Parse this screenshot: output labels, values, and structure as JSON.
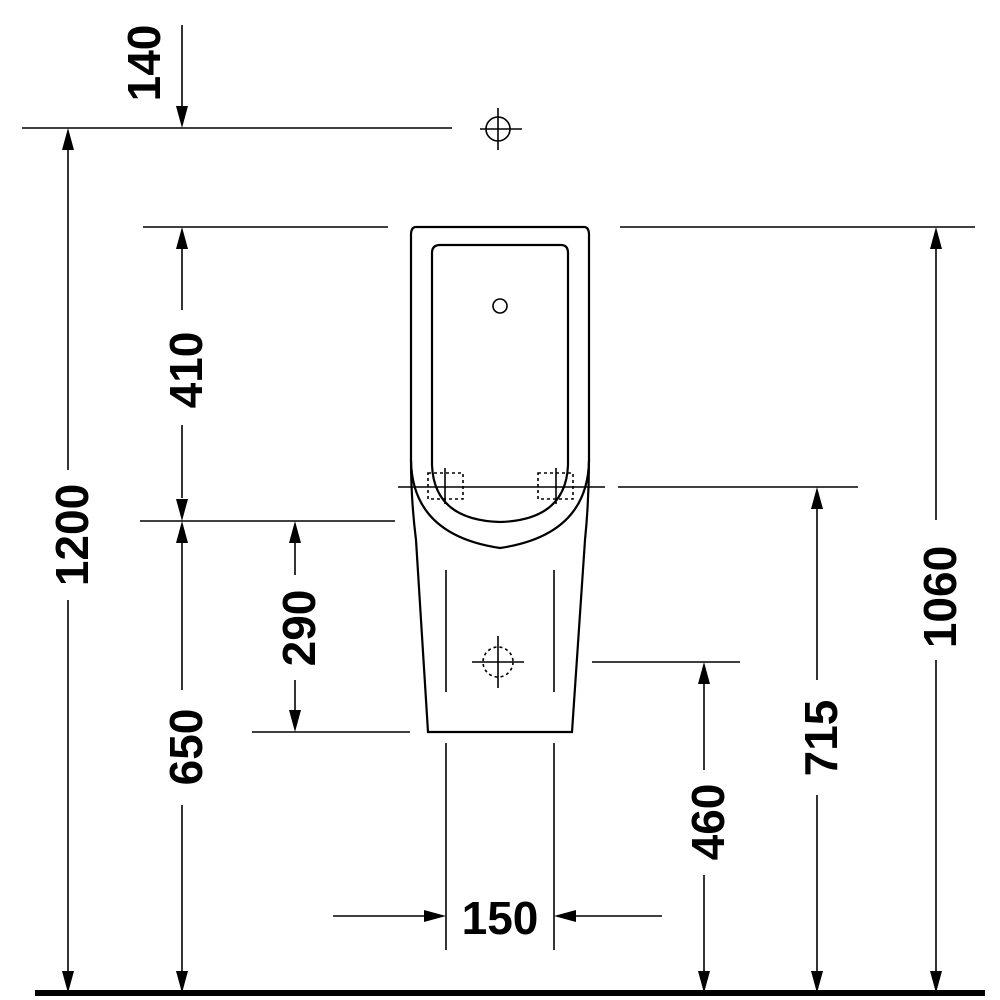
{
  "drawing": {
    "subject": "urinal-front-elevation",
    "line_color": "#000000",
    "background_color": "#ffffff",
    "dimensions": {
      "inlet_offset": "140",
      "overall_height": "1200",
      "top_to_mount": "410",
      "mount_to_bowl_bottom": "290",
      "bowl_bottom_height": "650",
      "rim_height": "1060",
      "mount_height": "715",
      "outlet_height": "460",
      "outlet_width": "150"
    }
  }
}
